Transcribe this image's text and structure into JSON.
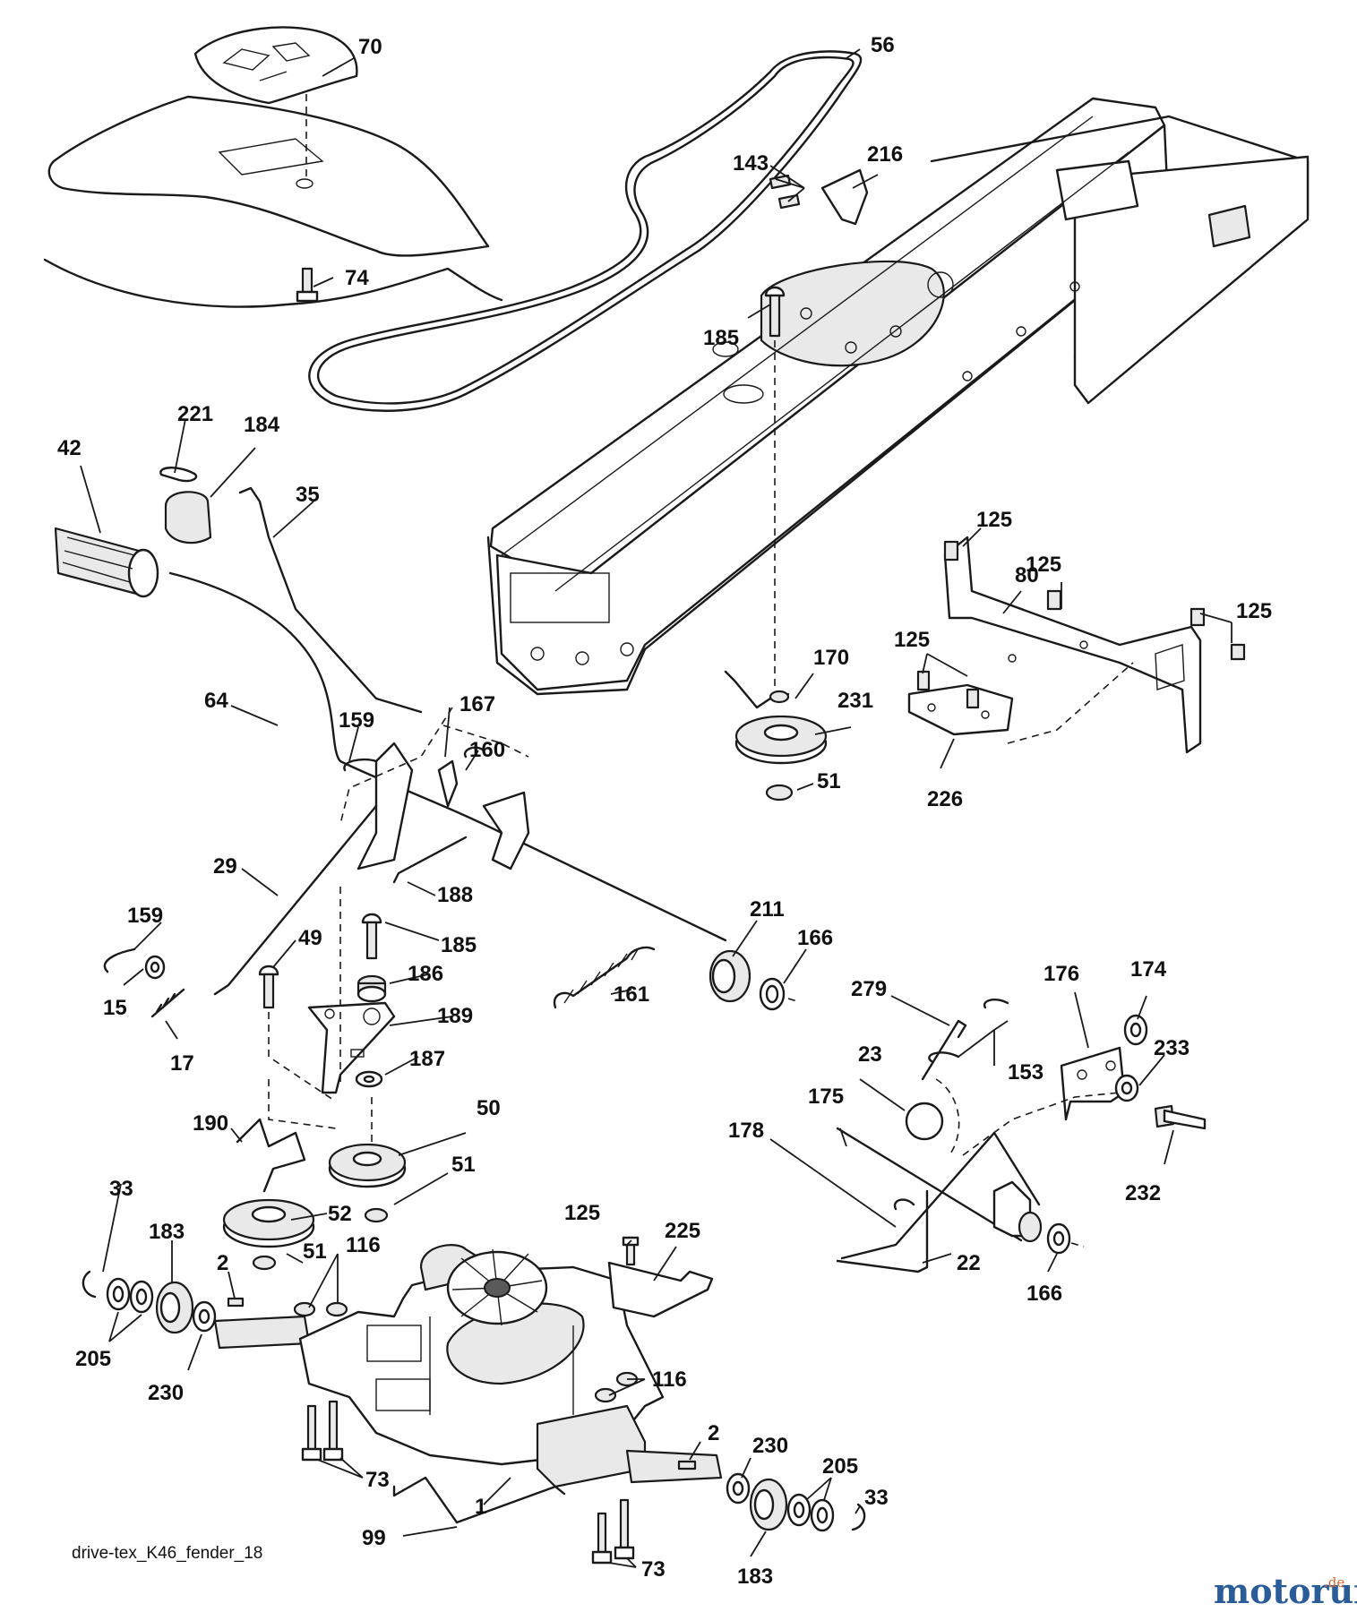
{
  "diagram": {
    "caption": "drive-tex_K46_fender_18",
    "watermark": {
      "name": "motoruf",
      "suffix": ".de",
      "color_main": "#2a5c99",
      "color_accent": "#e0632b"
    },
    "callouts": {
      "c70": "70",
      "c56": "56",
      "c143": "143",
      "c216": "216",
      "c74": "74",
      "c185a": "185",
      "c221": "221",
      "c184": "184",
      "c42": "42",
      "c35": "35",
      "c125a": "125",
      "c125b": "125",
      "c80": "80",
      "c125c": "125",
      "c125d": "125",
      "c170": "170",
      "c231": "231",
      "c51a": "51",
      "c226": "226",
      "c64": "64",
      "c159a": "159",
      "c167": "167",
      "c160": "160",
      "c29": "29",
      "c188": "188",
      "c211": "211",
      "c166a": "166",
      "c159b": "159",
      "c49": "49",
      "c185b": "185",
      "c186": "186",
      "c15": "15",
      "c17": "17",
      "c161": "161",
      "c189": "189",
      "c187": "187",
      "c176": "176",
      "c174": "174",
      "c279": "279",
      "c23": "23",
      "c153": "153",
      "c233": "233",
      "c175": "175",
      "c190": "190",
      "c50": "50",
      "c51b": "51",
      "c178": "178",
      "c232": "232",
      "c33a": "33",
      "c183a": "183",
      "c52": "52",
      "c125e": "125",
      "c225": "225",
      "c2a": "2",
      "c51c": "51",
      "c116a": "116",
      "c22": "22",
      "c166b": "166",
      "c205a": "205",
      "c230a": "230",
      "c116b": "116",
      "c2b": "2",
      "c73a": "73",
      "c230b": "230",
      "c205b": "205",
      "c33b": "33",
      "c1": "1",
      "c99": "99",
      "c73b": "73",
      "c183b": "183"
    }
  }
}
